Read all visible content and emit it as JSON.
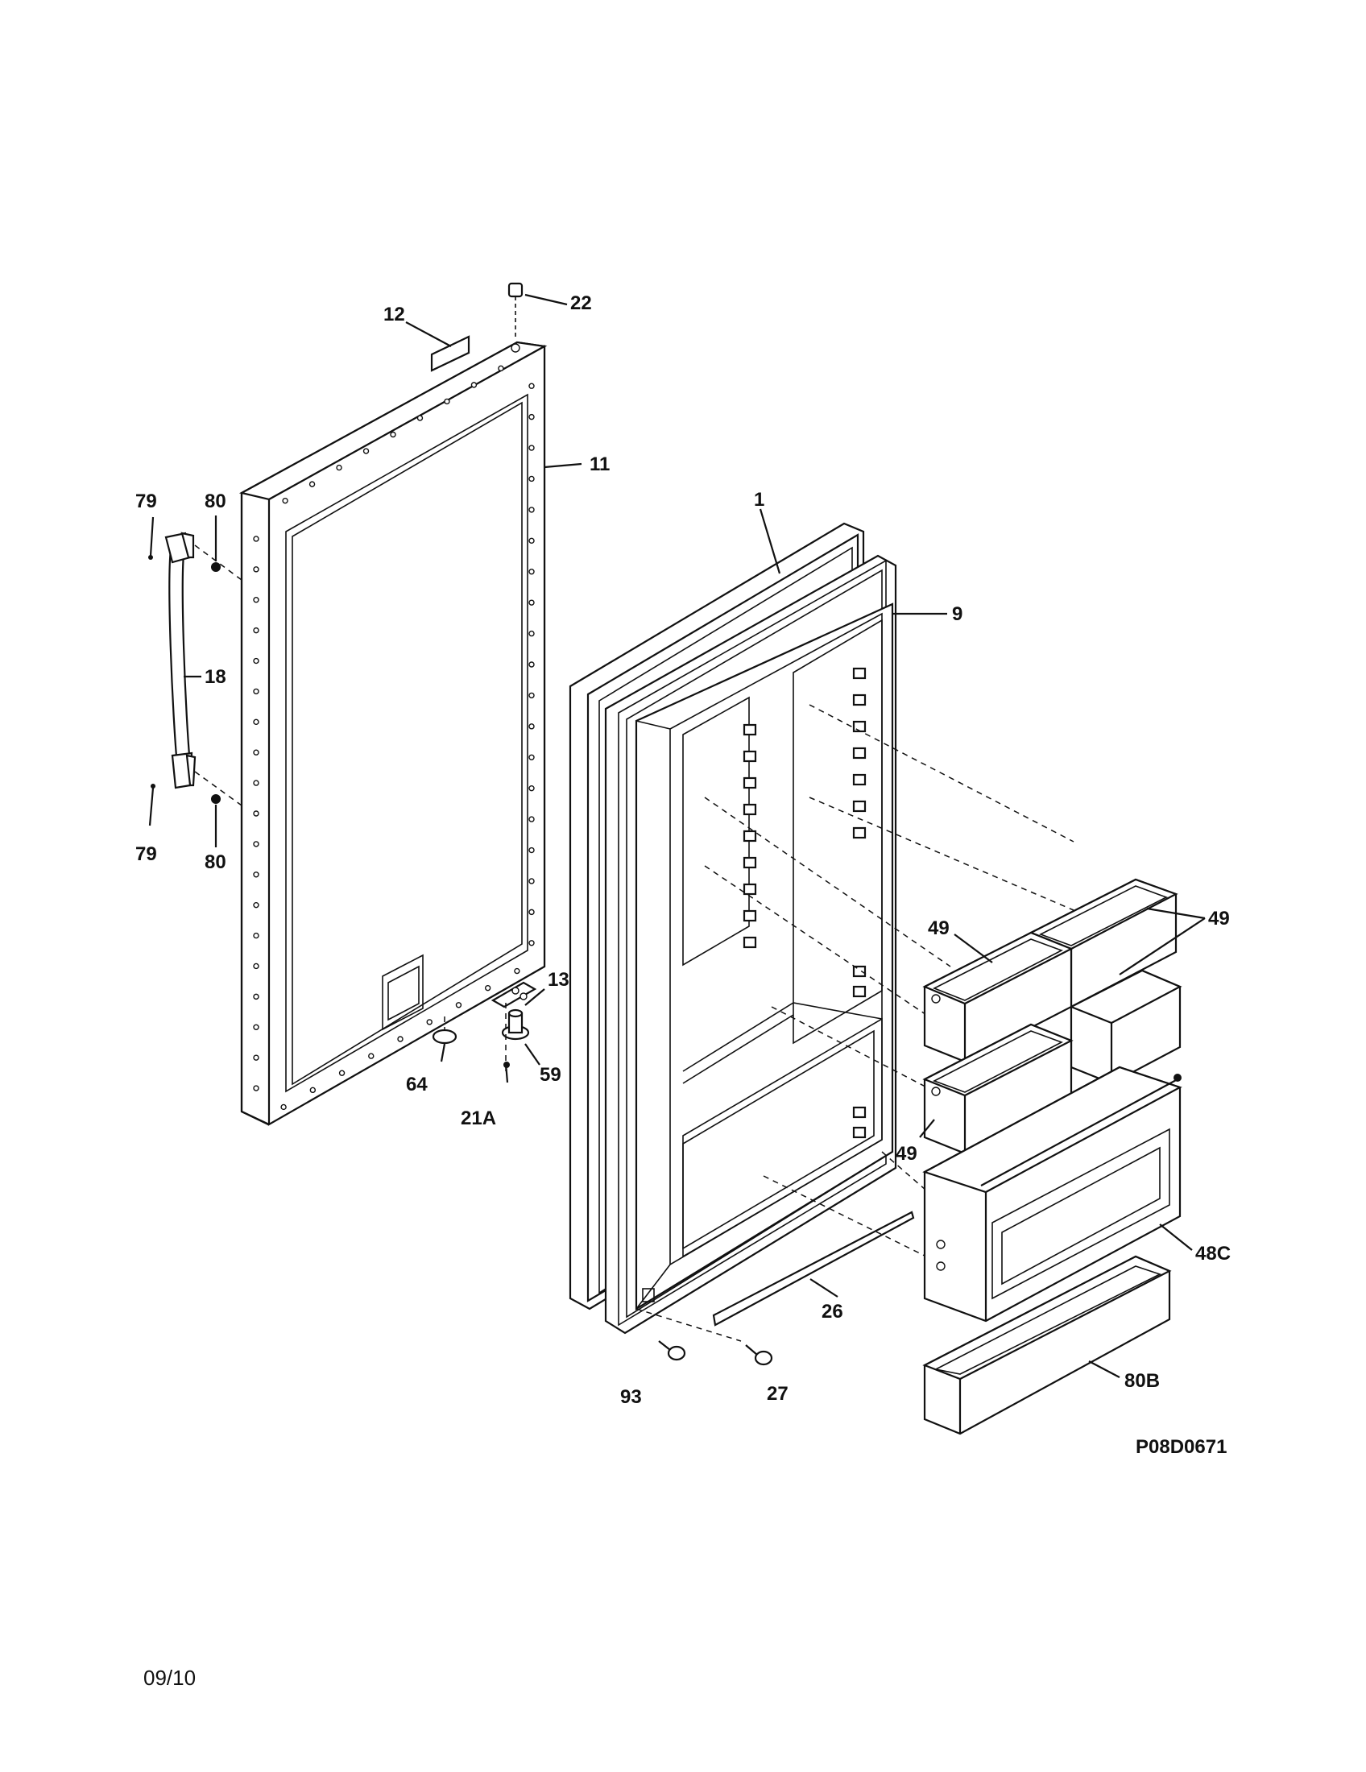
{
  "diagram_code": "P08D0671",
  "date": "09/10",
  "callouts": {
    "c1": "1",
    "c9": "9",
    "c11": "11",
    "c12": "12",
    "c13": "13",
    "c18": "18",
    "c21a": "21A",
    "c22": "22",
    "c26": "26",
    "c27": "27",
    "c48c": "48C",
    "c49_top_right": "49",
    "c49_mid": "49",
    "c49_low": "49",
    "c59": "59",
    "c64": "64",
    "c79_top": "79",
    "c79_bottom": "79",
    "c80_top": "80",
    "c80_bottom": "80",
    "c80b": "80B",
    "c93": "93"
  }
}
